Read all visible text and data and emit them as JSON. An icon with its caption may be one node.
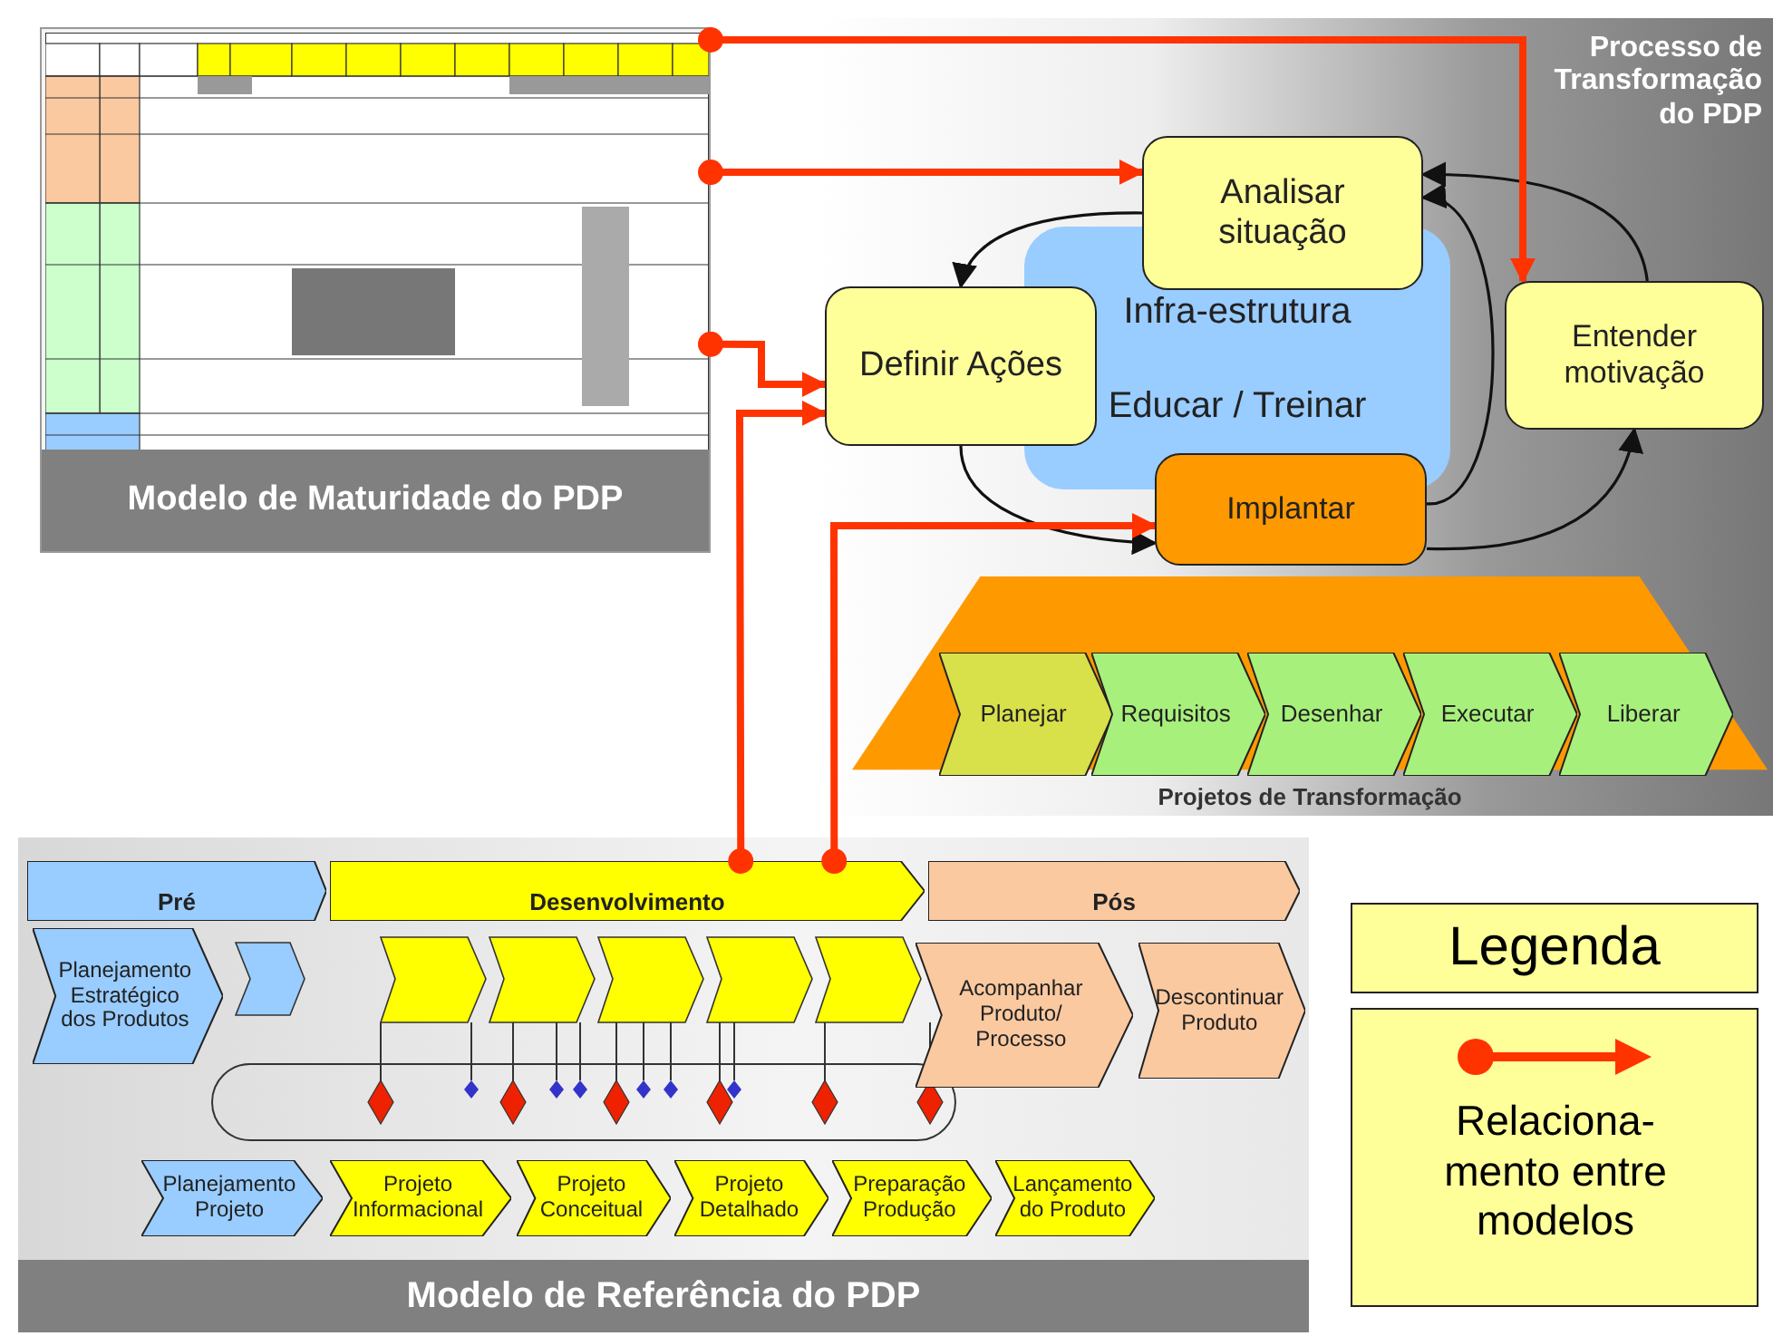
{
  "diagram": {
    "nodes": [
      {
        "text": [
          "Modelo de Maturidade do PDP"
        ]
      },
      {
        "text": [
          "Processo de Transformação do PDP"
        ]
      },
      {
        "text": [
          "Analisar situação"
        ],
        "in": 1
      },
      {
        "text": [
          "Definir Ações"
        ],
        "in": 1
      },
      {
        "text": [
          "Infra-estrutura",
          "Educar / Treinar"
        ],
        "in": 1
      },
      {
        "text": [
          "Entender motivação"
        ],
        "in": 1
      },
      {
        "text": [
          "Implantar"
        ],
        "in": 1
      },
      {
        "text": [
          "Projetos de Transformação"
        ],
        "in": 1
      },
      {
        "text": [
          "Planejar"
        ],
        "in": 7
      },
      {
        "text": [
          "Requisitos"
        ],
        "in": 7
      },
      {
        "text": [
          "Desenhar"
        ],
        "in": 7
      },
      {
        "text": [
          "Executar"
        ],
        "in": 7
      },
      {
        "text": [
          "Liberar"
        ],
        "in": 7
      },
      {
        "text": [
          "Modelo de Referência do PDP"
        ]
      },
      {
        "text": [
          "Pré"
        ],
        "in": 13
      },
      {
        "text": [
          "Desenvolvimento"
        ],
        "in": 13
      },
      {
        "text": [
          "Pós"
        ],
        "in": 13
      },
      {
        "text": [
          "Planejamento Estratégico dos Produtos"
        ],
        "in": 13
      },
      {
        "text": [
          "Acompanhar Produto/ Processo"
        ],
        "in": 13
      },
      {
        "text": [
          "Descontinuar Produto"
        ],
        "in": 13
      },
      {
        "text": [
          "Planejamento Projeto"
        ],
        "in": 13
      },
      {
        "text": [
          "Projeto Informacional"
        ],
        "in": 13
      },
      {
        "text": [
          "Projeto Conceitual"
        ],
        "in": 13
      },
      {
        "text": [
          "Projeto Detalhado"
        ],
        "in": 13
      },
      {
        "text": [
          "Preparação Produção"
        ],
        "in": 13
      },
      {
        "text": [
          "Lançamento do Produto"
        ],
        "in": 13
      }
    ],
    "edges": [
      {
        "from": 2,
        "to": 3,
        "arrow": "to"
      },
      {
        "from": 3,
        "to": 6,
        "arrow": "to"
      },
      {
        "from": 6,
        "to": 5,
        "arrow": "to"
      },
      {
        "from": 6,
        "to": 2,
        "arrow": "to"
      },
      {
        "from": 5,
        "to": 2,
        "arrow": "to"
      },
      {
        "from": 0,
        "to": 5,
        "arrow": "to",
        "color": "#ff3300",
        "style": "thick"
      },
      {
        "from": 0,
        "to": 2,
        "arrow": "to",
        "color": "#ff3300",
        "style": "thick"
      },
      {
        "from": 0,
        "to": 3,
        "arrow": "to",
        "color": "#ff3300",
        "style": "thick"
      },
      {
        "from": 15,
        "to": 3,
        "arrow": "to",
        "color": "#ff3300",
        "style": "thick"
      },
      {
        "from": 15,
        "to": 6,
        "arrow": "to",
        "color": "#ff3300",
        "style": "thick"
      }
    ],
    "labels": [
      "Legenda"
    ],
    "legend": [
      {
        "text": "Relaciona- mento entre modelos"
      }
    ]
  }
}
